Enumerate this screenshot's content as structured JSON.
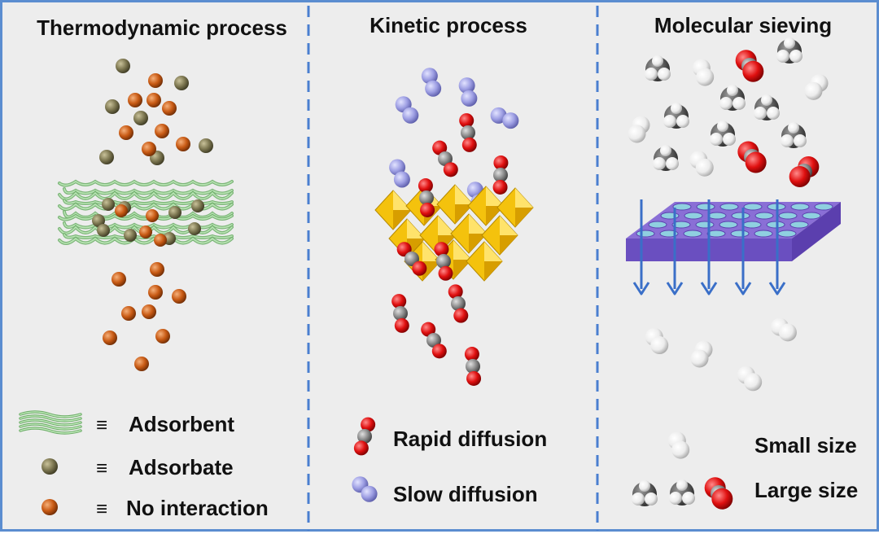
{
  "panels": {
    "thermo": {
      "title": "Thermodynamic process",
      "legend": [
        {
          "symbol": "adsorbent",
          "sep": "≡",
          "label": "Adsorbent"
        },
        {
          "symbol": "adsorbate",
          "sep": "≡",
          "label": "Adsorbate"
        },
        {
          "symbol": "no-interaction",
          "sep": "≡",
          "label": "No interaction"
        }
      ]
    },
    "kinetic": {
      "title": "Kinetic process",
      "legend": [
        {
          "symbol": "co2",
          "label": "Rapid diffusion"
        },
        {
          "symbol": "n2",
          "label": "Slow diffusion"
        }
      ]
    },
    "sieving": {
      "title": "Molecular sieving",
      "legend": [
        {
          "symbol": "h2",
          "label": "Small size"
        },
        {
          "symbol": "large",
          "label": "Large size"
        }
      ]
    }
  },
  "colors": {
    "frame": "#5b8dd0",
    "divider": "#4a7fd0",
    "adsorbate": "#7c7650",
    "no_interaction": "#c85a14",
    "fiber": "#8cc987",
    "oxygen": "#e01010",
    "carbon": "#8a8a8a",
    "nitrogen": "#9d9ee3",
    "framework": "#f4c20d",
    "membrane_top": "#8a6fd6",
    "membrane_pore": "#8fd0e0",
    "arrow": "#3a6fc8",
    "hydrogen": "#f2f2f2"
  }
}
